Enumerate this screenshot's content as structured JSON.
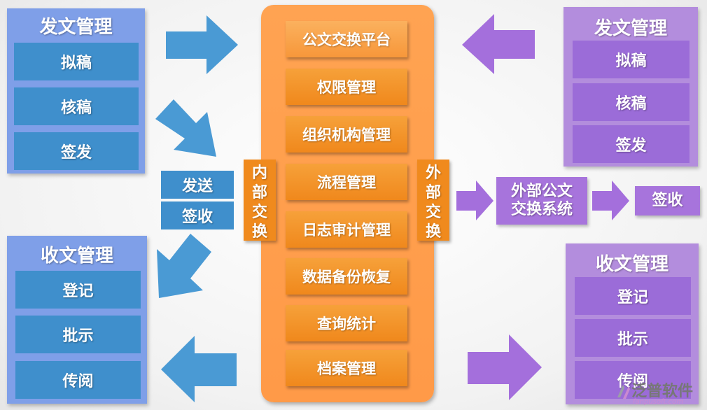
{
  "send_left": {
    "title": "发文管理",
    "items": [
      "拟稿",
      "核稿",
      "签发"
    ]
  },
  "recv_left": {
    "title": "收文管理",
    "items": [
      "登记",
      "批示",
      "传阅"
    ]
  },
  "send_right": {
    "title": "发文管理",
    "items": [
      "拟稿",
      "核稿",
      "签发"
    ]
  },
  "recv_right": {
    "title": "收文管理",
    "items": [
      "登记",
      "批示",
      "传阅"
    ]
  },
  "middle_left": {
    "send": "发送",
    "receive": "签收"
  },
  "internal_label": "内部交换",
  "external_label": "外部交换",
  "center_modules": [
    "公文交换平台",
    "权限管理",
    "组织机构管理",
    "流程管理",
    "日志审计管理",
    "数据备份恢复",
    "查询统计",
    "档案管理"
  ],
  "external_system": "外部公文交换系统",
  "external_receive": "签收",
  "logo": {
    "name": "泛普软件",
    "url": "fanpusoft.com"
  },
  "colors": {
    "blue": "#3f8fcc",
    "blue_panel": "#7f9fe8",
    "purple": "#9b6cd8",
    "purple_panel": "#b38ddd",
    "orange": "#f0881c",
    "arrow_blue": "#4a9ad4",
    "arrow_purple": "#a46fdc"
  }
}
